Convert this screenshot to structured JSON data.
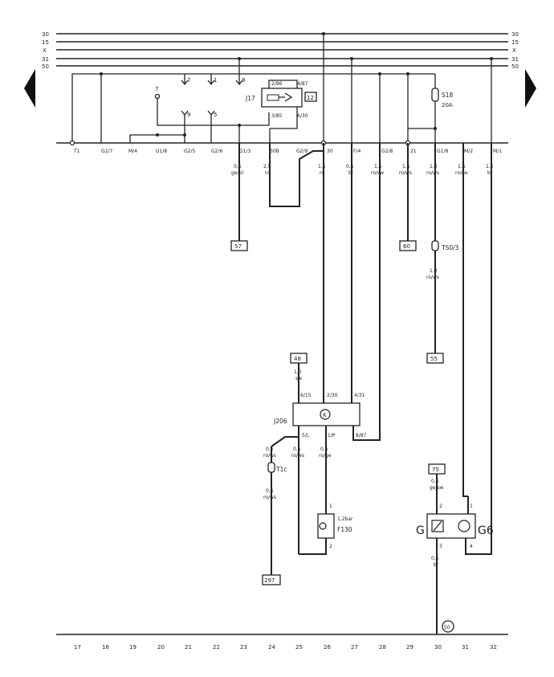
{
  "rails": [
    "30",
    "15",
    "X",
    "31",
    "50"
  ],
  "track_numbers": [
    "17",
    "18",
    "19",
    "20",
    "21",
    "22",
    "23",
    "24",
    "25",
    "26",
    "27",
    "28",
    "29",
    "30",
    "31",
    "32"
  ],
  "relay_panel": {
    "relay_name": "J17",
    "relay_position": "12",
    "relay_terminals": [
      "2/86",
      "4/87",
      "3/85",
      "6/30"
    ],
    "pin_labels": [
      "7",
      "1",
      "8",
      "7",
      "9",
      "5",
      "21"
    ],
    "connectors": [
      "T1",
      "G2/7",
      "M/4",
      "U1/8",
      "G2/5",
      "G2/6",
      "G1/3",
      "30B",
      "G2/9",
      "30",
      "F/4",
      "G2/8",
      "G1/8",
      "M/2",
      "M/1"
    ],
    "fuse_name": "S18",
    "fuse_rating": "20A"
  },
  "wires": {
    "w23": {
      "size": "0,5",
      "color": "ge/bl"
    },
    "w25": {
      "size": "2,5",
      "color": "ro"
    },
    "w26": {
      "size": "1,5",
      "color": "ro"
    },
    "w27": {
      "size": "0,5",
      "color": "br"
    },
    "w28": {
      "size": "1,5",
      "color": "ro/sw"
    },
    "w29": {
      "size": "1,5",
      "color": "ro/ws"
    },
    "w30a": {
      "size": "1,0",
      "color": "ro/ws"
    },
    "w30b": {
      "size": "1,0",
      "color": "ro/ws"
    },
    "w31": {
      "size": "1,5",
      "color": "ro/ge"
    },
    "w32": {
      "size": "1,5",
      "color": "br"
    },
    "w24a": {
      "size": "1,0",
      "color": "sw"
    },
    "w24b": {
      "size": "0,5",
      "color": "ro/ws"
    },
    "w24c": {
      "size": "0,5",
      "color": "ro/ws"
    },
    "w25b": {
      "size": "0,5",
      "color": "ro/ws"
    },
    "w26b": {
      "size": "0,5",
      "color": "ro/ge"
    },
    "w30c": {
      "size": "0,5",
      "color": "ge/sw"
    },
    "w30d": {
      "size": "0,5",
      "color": "br"
    }
  },
  "references": [
    "57",
    "60",
    "55",
    "48",
    "297",
    "75",
    "50"
  ],
  "connector_ts": "TS0/3",
  "connector_t": "T1c",
  "control_unit": {
    "name": "J206",
    "symbol": "K",
    "terminals": [
      "6/15",
      "2/30",
      "4/31",
      "5/L",
      "1/P",
      "8/87"
    ]
  },
  "oil_switch": {
    "name": "F130",
    "rating": "1,2bar",
    "pins": [
      "1",
      "2"
    ]
  },
  "sender": {
    "name_left": "G",
    "name_right": "G6",
    "pins": [
      "2",
      "1",
      "3",
      "4"
    ]
  }
}
